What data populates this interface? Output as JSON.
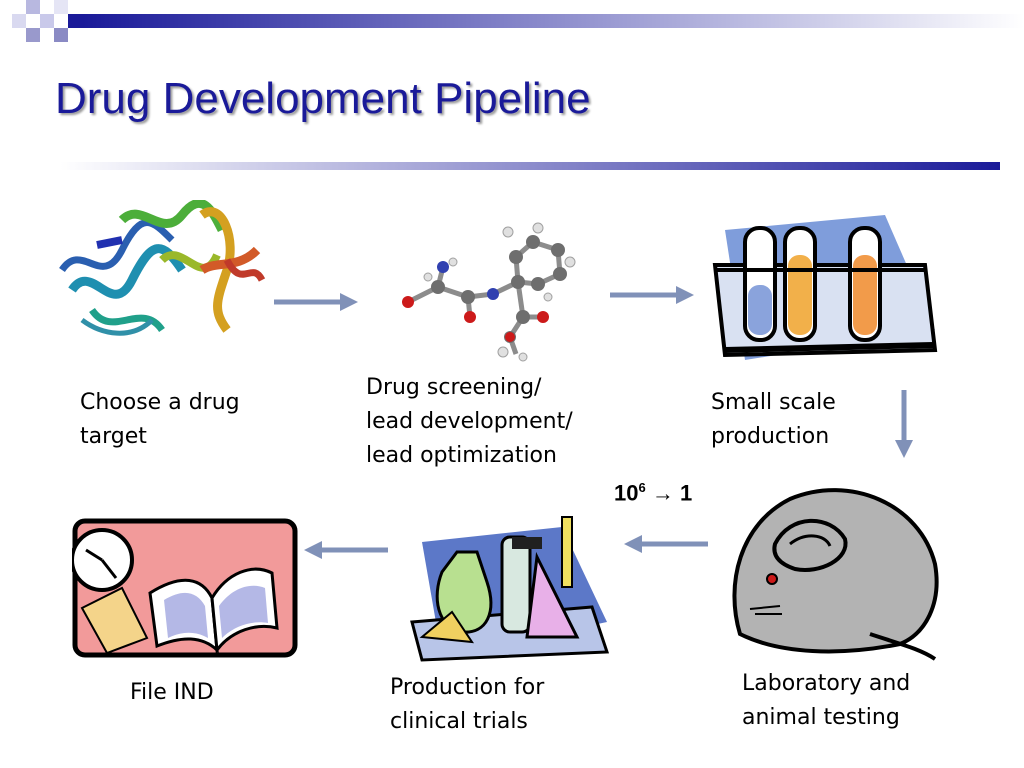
{
  "slide": {
    "title": "Drug Development Pipeline",
    "accent_color": "#1a1a99",
    "arrow_color": "#8091b8"
  },
  "steps": [
    {
      "label_lines": [
        "Choose a drug",
        "target"
      ],
      "icon": "protein-structure-icon"
    },
    {
      "label_lines": [
        "Drug screening/",
        "lead development/",
        "lead optimization"
      ],
      "icon": "molecule-model-icon"
    },
    {
      "label_lines": [
        "Small scale",
        "production"
      ],
      "icon": "test-tubes-icon"
    },
    {
      "label_lines": [
        "Laboratory and",
        "animal testing"
      ],
      "icon": "lab-mouse-icon"
    },
    {
      "label_lines": [
        "Production for",
        "clinical trials"
      ],
      "icon": "lab-glassware-icon"
    },
    {
      "label_lines": [
        "File IND"
      ],
      "icon": "document-book-icon"
    }
  ],
  "ratio": {
    "base": "10",
    "exponent": "6",
    "arrow": "→",
    "result": "1"
  }
}
